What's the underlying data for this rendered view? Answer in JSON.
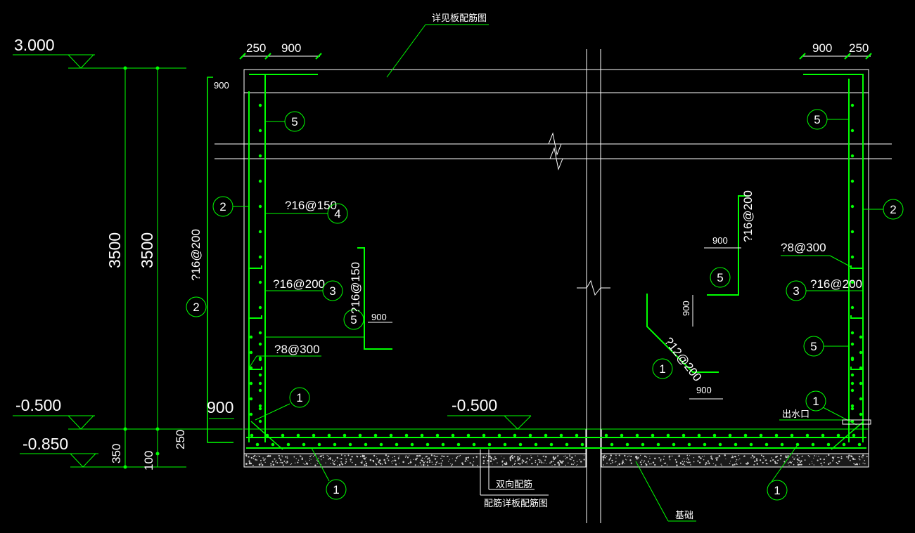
{
  "colors": {
    "rebar": "#00ff00",
    "outline": "#ffffff",
    "background": "#000000",
    "gravel": "#d0d0d0"
  },
  "elevations": {
    "top": "3.000",
    "floor": "-0.500",
    "bottom": "-0.850",
    "inner_floor": "-0.500"
  },
  "dims": {
    "h1": "3500",
    "h2": "3500",
    "d350": "350",
    "d100": "100",
    "d250": "250",
    "top_left_250": "250",
    "top_left_900": "900",
    "top_right_900": "900",
    "top_right_250": "250",
    "left_900_top": "900",
    "left_900_bottom": "900",
    "d900_a": "900",
    "d900_b": "900",
    "d900_c": "900",
    "d900_d": "900"
  },
  "rebar_labels": {
    "left_v200": "?16@200",
    "l4": "?16@150",
    "l3": "?16@200",
    "l8": "?8@300",
    "v150": "?16@150",
    "r_v200": "?16@200",
    "r8": "?8@300",
    "r3": "?16@200",
    "diag": "?12@200"
  },
  "notes": {
    "slab_ref": "详见板配筋图",
    "two_way": "双向配筋",
    "slab_detail": "配筋详板配筋图",
    "foundation": "基础",
    "outlet": "出水口"
  },
  "markers": {
    "m5a": "5",
    "m5b": "5",
    "m5c": "5",
    "m5d": "5",
    "m5e": "5",
    "m2a": "2",
    "m2b": "2",
    "m2c": "2",
    "m4": "4",
    "m3a": "3",
    "m3b": "3",
    "m1a": "1",
    "m1b": "1",
    "m1c": "1",
    "m1d": "1",
    "m1e": "1"
  }
}
